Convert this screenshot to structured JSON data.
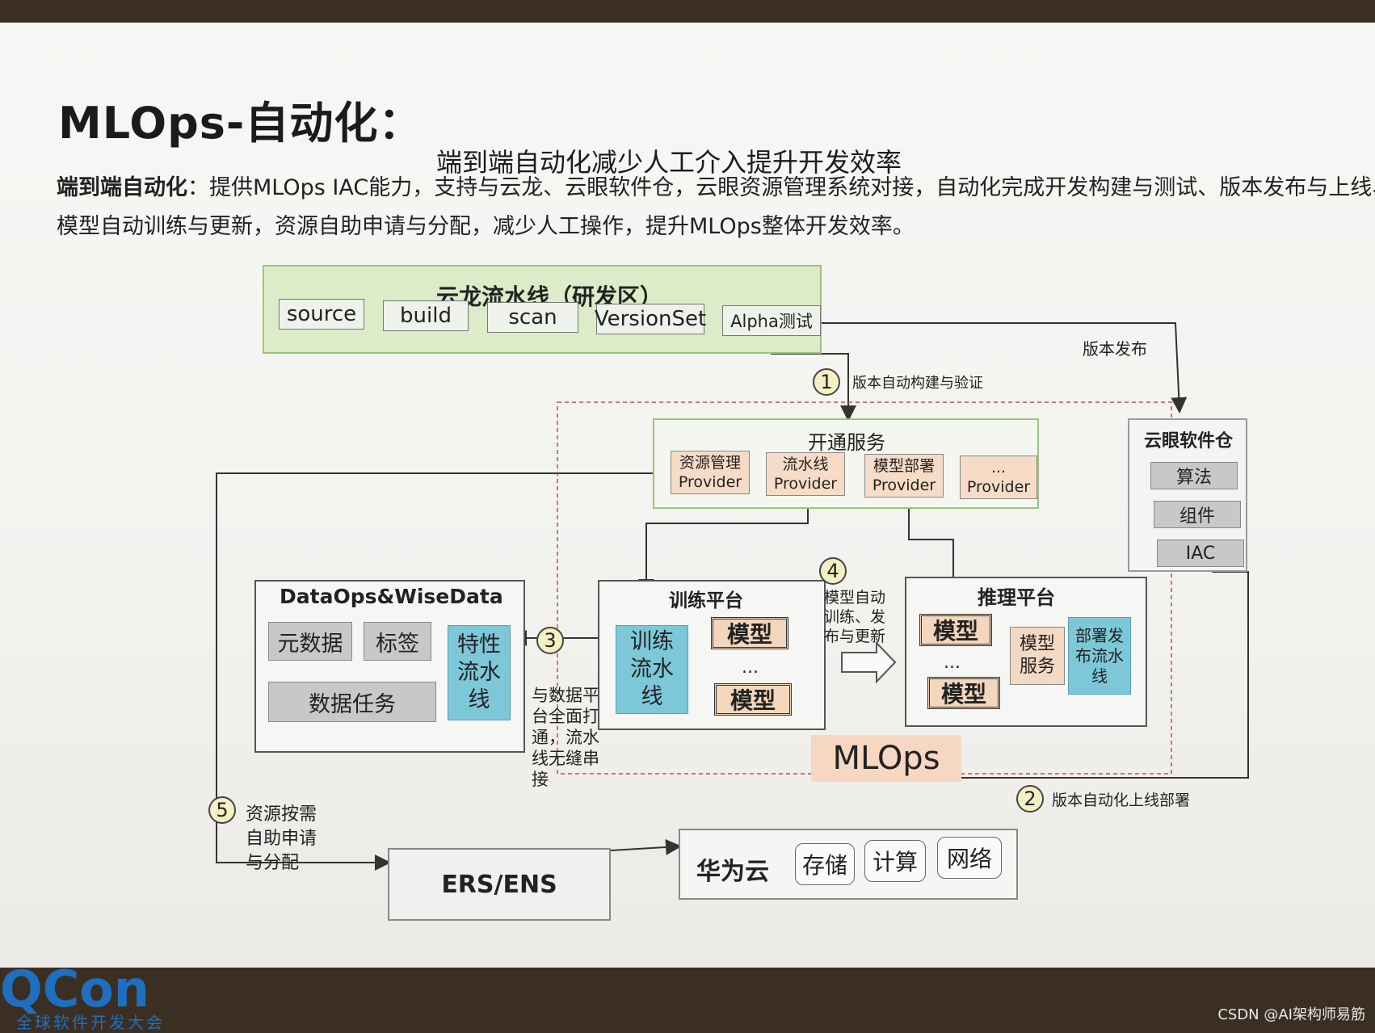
{
  "title": "MLOps-自动化：",
  "subtitle": "端到端自动化减少人工介入提升开发效率",
  "intro": {
    "bold": "端到端自动化",
    "line1": "：提供MLOps IAC能力，支持与云龙、云眼软件仓，云眼资源管理系统对接，自动化完成开发构建与测试、版本发布与上线、",
    "line2": "模型自动训练与更新，资源自助申请与分配，减少人工操作，提升MLOps整体开发效率。"
  },
  "pipeline": {
    "title": "云龙流水线（研发区）",
    "stages": [
      "source",
      "build",
      "scan",
      "VersionSet",
      "Alpha测试"
    ]
  },
  "labels": {
    "version_release": "版本发布",
    "step1": "版本自动构建与验证",
    "step2": "版本自动化上线部署",
    "step3": "与数据平台全面打通，流水线无缝串接",
    "step4": "模型自动训练、发布与更新",
    "step5": "资源按需自助申请与分配"
  },
  "steps": [
    "1",
    "2",
    "3",
    "4",
    "5"
  ],
  "service": {
    "title": "开通服务",
    "providers": [
      {
        "top": "资源管理",
        "bottom": "Provider"
      },
      {
        "top": "流水线",
        "bottom": "Provider"
      },
      {
        "top": "模型部署",
        "bottom": "Provider"
      },
      {
        "top": "...",
        "bottom": "Provider"
      }
    ]
  },
  "repo": {
    "title": "云眼软件仓",
    "items": [
      "算法",
      "组件",
      "IAC"
    ]
  },
  "dataops": {
    "title": "DataOps&WiseData",
    "items": [
      "元数据",
      "标签",
      "数据任务"
    ],
    "feature_pipeline": "特性流水线"
  },
  "training": {
    "title": "训练平台",
    "pipeline": "训练流水线",
    "model": "模型",
    "ellipsis": "..."
  },
  "inference": {
    "title": "推理平台",
    "model": "模型",
    "ellipsis": "...",
    "service": "模型服务",
    "deploy": "部署发布流水线"
  },
  "mlops_label": "MLOps",
  "ers": "ERS/ENS",
  "cloud": {
    "name": "华为云",
    "items": [
      "存储",
      "计算",
      "网络"
    ]
  },
  "logo": {
    "main": "QCon",
    "sub": "全球软件开发大会"
  },
  "watermark": "CSDN @AI架构师易筋"
}
